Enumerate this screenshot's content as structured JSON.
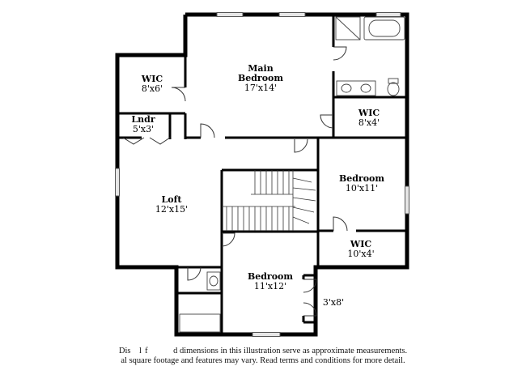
{
  "rooms": {
    "main_bedroom": {
      "name": "Main\nBedroom",
      "line1": "Main",
      "line2": "Bedroom",
      "size": "17'x14'"
    },
    "wic_left": {
      "name": "WIC",
      "size": "8'x6'"
    },
    "wic_right": {
      "name": "WIC",
      "size": "8'x4'"
    },
    "laundry": {
      "name": "Lndr",
      "size": "5'x3'"
    },
    "loft": {
      "name": "Loft",
      "size": "12'x15'"
    },
    "bedroom_right": {
      "name": "Bedroom",
      "size": "10'x11'"
    },
    "wic_lower": {
      "name": "WIC",
      "size": "10'x4'"
    },
    "bedroom_bottom": {
      "name": "Bedroom",
      "size": "11'x12'"
    },
    "closet_bottom": {
      "size": "3'x8'"
    }
  },
  "disclaimer": {
    "line1": "Dis     l  f               d dimensions in this illustration serve as approximate measurements.",
    "line2": "al square footage and features may vary. Read terms and conditions for more detail."
  },
  "colors": {
    "wall": "#000000",
    "window": "#e6e6e6",
    "fixture": "#444444"
  }
}
